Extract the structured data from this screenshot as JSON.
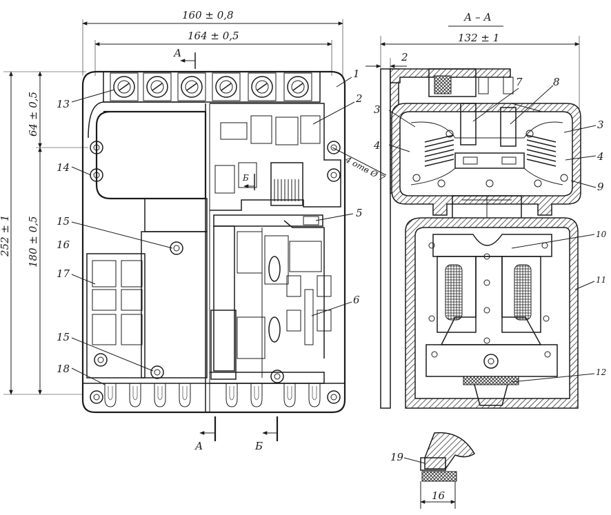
{
  "front_view": {
    "dim_width_outer": "160 ± 0,8",
    "dim_width_inner": "164 ± 0,5",
    "dim_height_total": "252 ± 1",
    "dim_height_top": "64 ± 0,5",
    "dim_height_lower": "180 ± 0,5",
    "hole_note": "4 отв Ø 7",
    "section_a_top": "А",
    "section_b_mid": "Б",
    "section_a_bottom": "А",
    "section_b_bottom": "Б",
    "callouts": {
      "c1": "1",
      "c2": "2",
      "c5": "5",
      "c6": "6",
      "c13": "13",
      "c14": "14",
      "c15a": "15",
      "c16": "16",
      "c17": "17",
      "c15b": "15",
      "c18": "18"
    }
  },
  "section_view": {
    "title": "А – А",
    "dim_width": "132 ± 1",
    "dim_gap": "2",
    "callouts": {
      "c7": "7",
      "c8": "8",
      "c3l": "3",
      "c3r": "3",
      "c4l": "4",
      "c4r": "4",
      "c9": "9",
      "c10": "10",
      "c11": "11",
      "c12": "12"
    }
  },
  "detail_view": {
    "callout": "19",
    "dim": "16"
  }
}
